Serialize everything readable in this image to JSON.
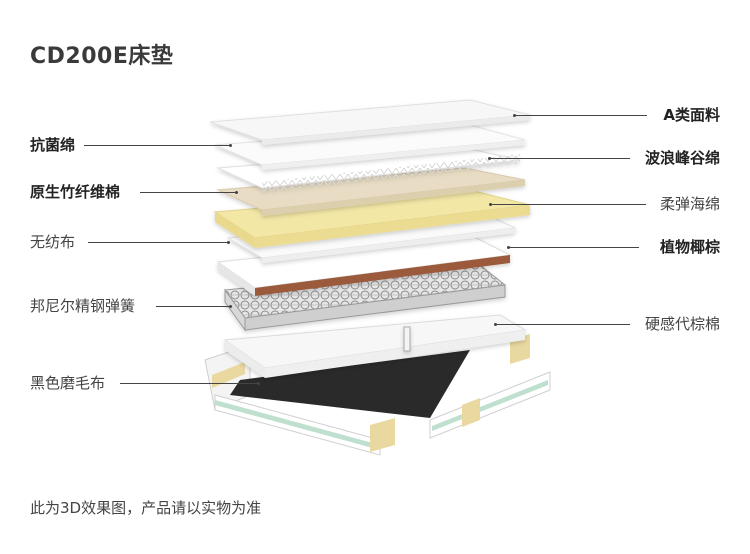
{
  "title": "CD200E床垫",
  "caption": "此为3D效果图，产品请以实物为准",
  "labels_left": [
    {
      "text": "抗菌绵",
      "bold": true
    },
    {
      "text": "原生竹纤维棉",
      "bold": true
    },
    {
      "text": "无纺布",
      "bold": false
    },
    {
      "text": "邦尼尔精钢弹簧",
      "bold": false
    },
    {
      "text": "黑色磨毛布",
      "bold": false
    }
  ],
  "labels_right": [
    {
      "text": "A类面料",
      "bold": true
    },
    {
      "text": "波浪峰谷绵",
      "bold": true
    },
    {
      "text": "柔弹海绵",
      "bold": false
    },
    {
      "text": "植物椰棕",
      "bold": true
    },
    {
      "text": "硬感代棕棉",
      "bold": false
    }
  ],
  "colors": {
    "fabric": "#f7f7f7",
    "bamboo_fiber": "#e8dcc4",
    "soft_foam": "#f3e7a6",
    "coir": "#9a5a3a",
    "bottom_cloth": "#2a2a2a",
    "frame_accent": "#bfe0cf",
    "frame_pad": "#e9d9a0"
  }
}
